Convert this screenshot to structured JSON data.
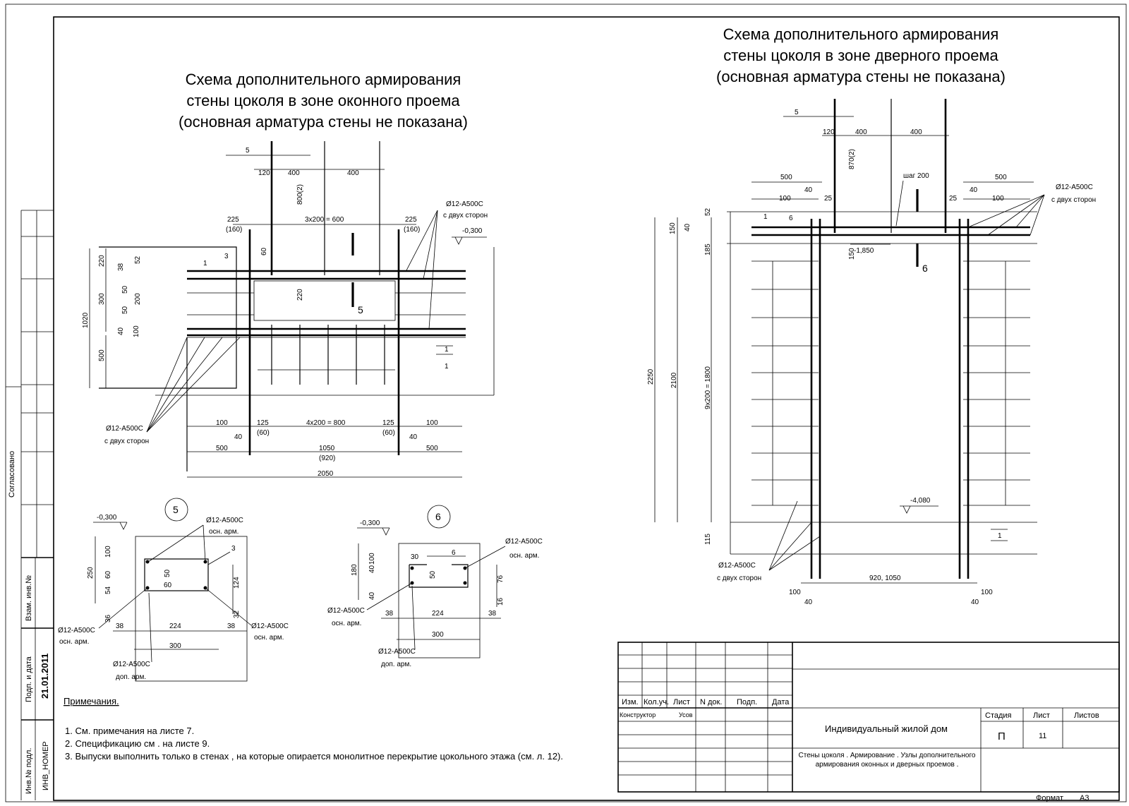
{
  "sheet": {
    "format_label": "Формат",
    "format_value": "А3"
  },
  "left_strip": {
    "soglasovano": "Согласовано",
    "vzam_inv": "Взам. инв.№",
    "podp_data": "Подп. и дата",
    "date_value": "21.01.2011",
    "inv_podl": "Инв.№ подл.",
    "inv_number": "ИНВ_НОМЕР"
  },
  "window_scheme": {
    "title_lines": [
      "Схема дополнительного армирования",
      "стены цоколя в зоне оконного проема",
      "(основная арматура стены не показана)"
    ],
    "dims_top": [
      "5",
      "120",
      "400",
      "400",
      "800(2)",
      "225",
      "(160)",
      "3x200 = 600",
      "225",
      "(160)"
    ],
    "dims_left": [
      "220",
      "38",
      "52",
      "300",
      "50",
      "200",
      "50",
      "40",
      "100",
      "1020",
      "500",
      "60",
      "220"
    ],
    "dims_bottom": [
      "100",
      "40",
      "125",
      "(60)",
      "4x200 = 800",
      "125",
      "(60)",
      "40",
      "100",
      "500",
      "1050",
      "(920)",
      "500",
      "2050"
    ],
    "level": "-0,300",
    "bar_callout": "Ø12-А500С",
    "bar_callout_sub": "с двух сторон",
    "positions": [
      "1",
      "3",
      "1",
      "1"
    ],
    "section_mark": "5"
  },
  "door_scheme": {
    "title_lines": [
      "Схема дополнительного армирования",
      "стены цоколя в зоне дверного проема",
      "(основная арматура стены не показана)"
    ],
    "dims_top": [
      "5",
      "120",
      "400",
      "400",
      "870(2)",
      "500",
      "500",
      "40",
      "40",
      "100",
      "25",
      "25",
      "100",
      "шаг 200",
      "52"
    ],
    "dims_left": [
      "150",
      "40",
      "185",
      "150",
      "2250",
      "2100",
      "9x200 = 1800",
      "115"
    ],
    "level_top": "-1,850",
    "level_bottom": "-4,080",
    "dim_bottom": "920, 1050",
    "dims_bottom_small": [
      "100",
      "40",
      "100",
      "40"
    ],
    "bar_callout": "Ø12-А500С",
    "bar_callout_sub": "с двух сторон",
    "positions": [
      "1",
      "6",
      "1"
    ],
    "section_mark": "6"
  },
  "section5": {
    "mark": "5",
    "level": "-0,300",
    "callout_top": "Ø12-А500С",
    "callout_top_sub": "осн. арм.",
    "pos3": "3",
    "dims": [
      "250",
      "100",
      "60",
      "50",
      "54",
      "60",
      "36",
      "124",
      "32",
      "38",
      "224",
      "38",
      "300"
    ],
    "callout_left": "Ø12-А500С",
    "callout_left_sub": "осн. арм.",
    "callout_right": "Ø12-А500С",
    "callout_right_sub": "осн. арм.",
    "callout_bottom": "Ø12-А500С",
    "callout_bottom_sub": "доп. арм."
  },
  "section6": {
    "mark": "6",
    "level": "-0,300",
    "callout_top": "Ø12-А500С",
    "callout_top_sub": "осн. арм.",
    "pos6": "6",
    "dims": [
      "180",
      "100",
      "40",
      "50",
      "40",
      "30",
      "76",
      "16",
      "38",
      "224",
      "38",
      "300"
    ],
    "callout_left": "Ø12-А500С",
    "callout_left_sub": "осн. арм.",
    "callout_bottom": "Ø12-А500С",
    "callout_bottom_sub": "доп. арм."
  },
  "notes": {
    "heading": "Примечания.",
    "items": [
      "1.   См. примечания на листе  7.",
      "2.   Спецификацию см . на листе 9.",
      "3.   Выпуски выполнить только в стенах , на которые опирается монолитное перекрытие цокольного этажа    (см. л. 12)."
    ]
  },
  "title_block": {
    "col_headers": [
      "Изм.",
      "Кол.уч.",
      "Лист",
      "N док.",
      "Подп.",
      "Дата"
    ],
    "role": "Конструктор",
    "person": "Усов",
    "object": "Индивидуальный жилой дом",
    "sheet_title": "Стены цоколя . Армирование . Узлы дополнительного армирования оконных и дверных проемов .",
    "stage_label": "Стадия",
    "sheet_label": "Лист",
    "sheets_label": "Листов",
    "stage_value": "П",
    "sheet_value": "11",
    "sheets_value": ""
  }
}
